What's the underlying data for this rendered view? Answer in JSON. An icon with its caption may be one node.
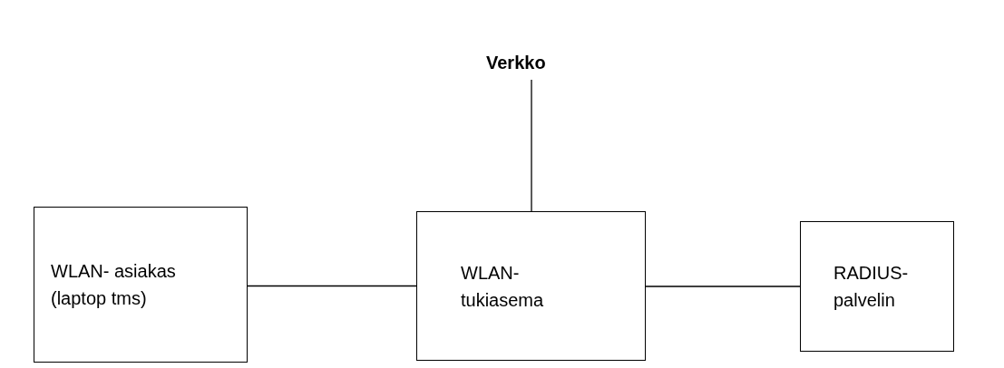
{
  "diagram": {
    "nodes": [
      {
        "text": [
          "Verkko"
        ]
      },
      {
        "text": [
          "WLAN- asiakas (laptop tms)"
        ]
      },
      {
        "text": [
          "WLAN- tukiasema"
        ]
      },
      {
        "text": [
          "RADIUS- palvelin"
        ]
      }
    ],
    "edges": [
      {
        "from": 0,
        "to": 2,
        "arrow": "none"
      },
      {
        "from": 1,
        "to": 2,
        "arrow": "none"
      },
      {
        "from": 2,
        "to": 3,
        "arrow": "none"
      }
    ]
  }
}
